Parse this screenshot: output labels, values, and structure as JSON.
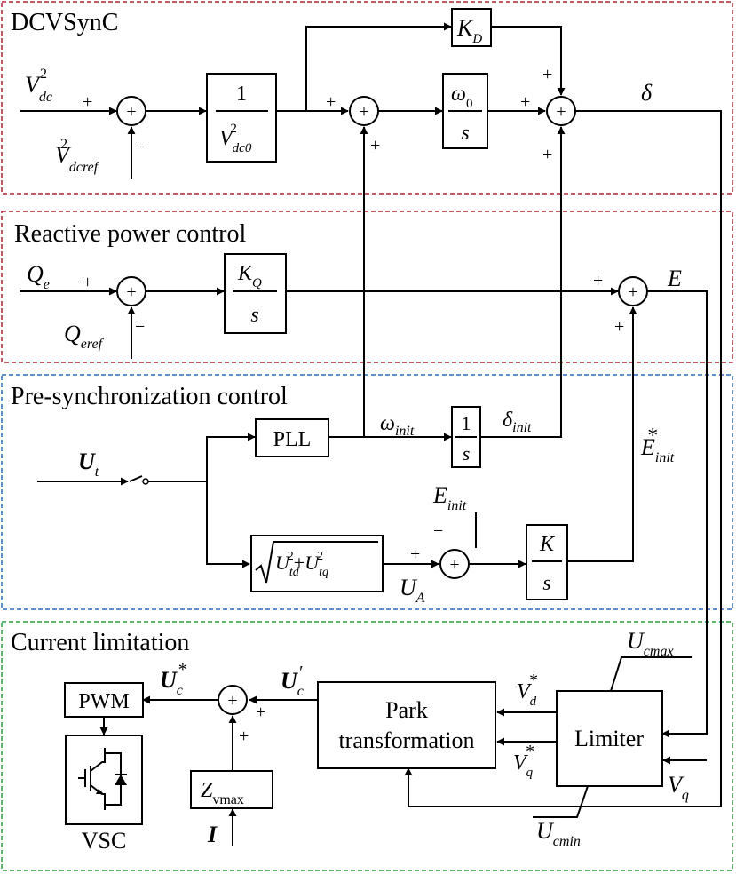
{
  "sections": {
    "dcvsync": "DCVSynC",
    "reactive": "Reactive power control",
    "presync": "Pre-synchronization control",
    "current": "Current limitation"
  },
  "colors": {
    "dcvsync_border": "#b22234",
    "reactive_border": "#b22234",
    "presync_border": "#2a6cb5",
    "current_border": "#2e9a3e"
  },
  "blocks": {
    "one": "1",
    "kd": "K",
    "kd_sub": "D",
    "omega0": "ω",
    "omega0_sub": "0",
    "s": "s",
    "kq": "K",
    "kq_sub": "Q",
    "pll": "PLL",
    "k": "K",
    "pwm": "PWM",
    "park_line1": "Park",
    "park_line2": "transformation",
    "limiter": "Limiter",
    "zv": "Z",
    "zv_sub": "vmax",
    "vsc": "VSC"
  },
  "signals": {
    "V": "V",
    "dc": "dc",
    "dcref": "dcref",
    "dc0": "dc0",
    "two": "2",
    "delta": "δ",
    "Q": "Q",
    "e": "e",
    "eref": "eref",
    "E": "E",
    "omega": "ω",
    "init": "init",
    "U": "U",
    "t": "t",
    "A": "A",
    "star": "*",
    "prime": "′",
    "c": "c",
    "d": "d",
    "q": "q",
    "td": "td",
    "tq": "tq",
    "cmax": "cmax",
    "cmin": "cmin",
    "I": "I",
    "plus": "+",
    "minus": "−",
    "plus_sign": "+"
  }
}
